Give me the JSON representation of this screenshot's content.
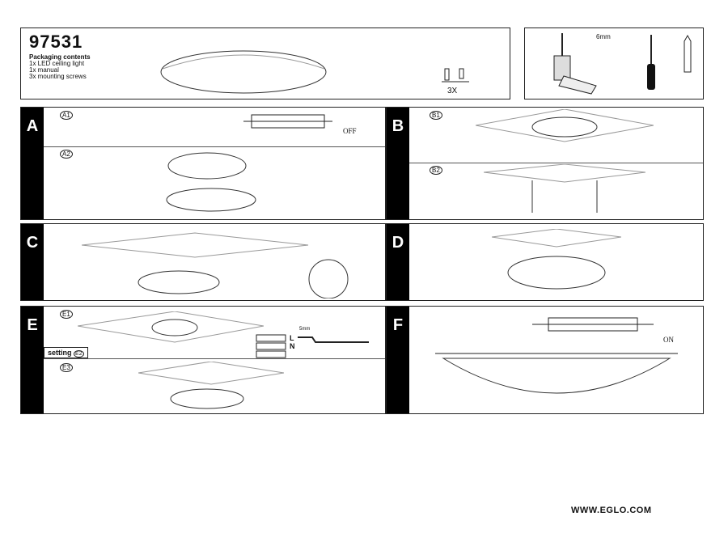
{
  "header": {
    "model": "97531",
    "contents_title": "Packaging contents",
    "contents": [
      "1x LED ceiling light",
      "1x manual",
      "3x mounting screws"
    ],
    "screws_qty": "3X"
  },
  "tools": {
    "drill_size": "6mm"
  },
  "steps": {
    "A": {
      "letter": "A",
      "sub1": "A1",
      "sub2": "A2",
      "switch": "OFF"
    },
    "B": {
      "letter": "B",
      "sub1": "B1",
      "sub2": "B2"
    },
    "C": {
      "letter": "C"
    },
    "D": {
      "letter": "D"
    },
    "E": {
      "letter": "E",
      "sub1": "E1",
      "sub3": "E3",
      "setting": "setting",
      "sub2": "E2",
      "strip": "5mm",
      "n": "N",
      "l": "L"
    },
    "F": {
      "letter": "F",
      "switch": "ON"
    }
  },
  "footer": {
    "url": "WWW.EGLO.COM"
  }
}
